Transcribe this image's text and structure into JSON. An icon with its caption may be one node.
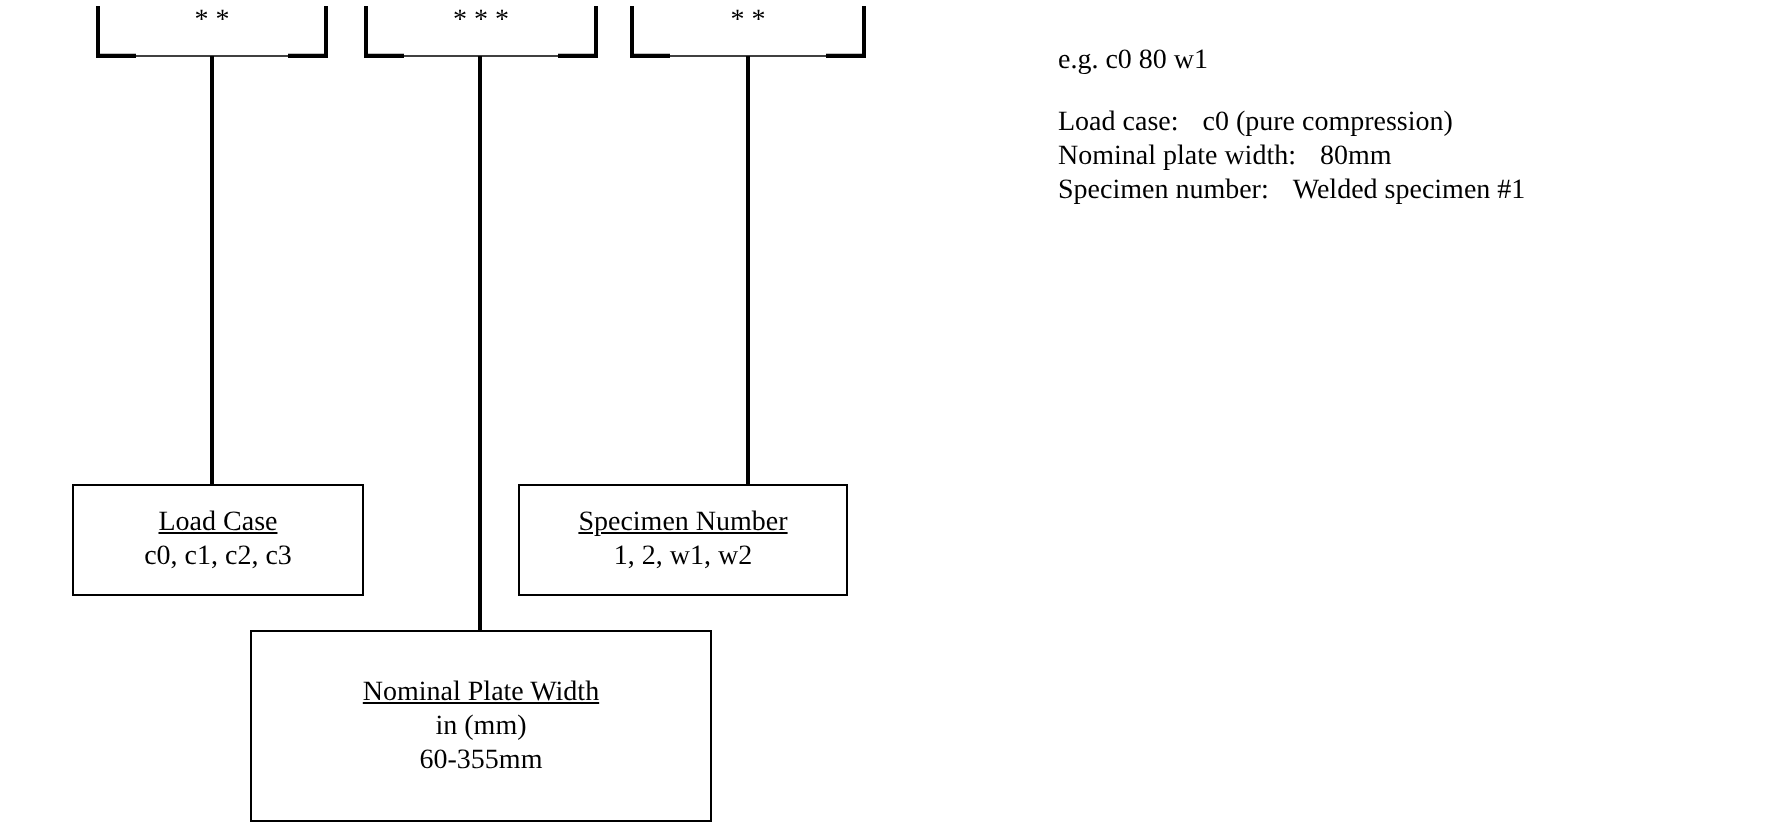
{
  "diagram": {
    "nodes": [
      {
        "text": [
          "* *"
        ]
      },
      {
        "text": [
          "* * *"
        ]
      },
      {
        "text": [
          "* *"
        ]
      },
      {
        "text": [
          "Load Case",
          "c0, c1, c2, c3"
        ]
      },
      {
        "text": [
          "Specimen Number",
          "1, 2, w1, w2"
        ]
      },
      {
        "text": [
          "Nominal Plate Width",
          "in (mm)",
          "60-355mm"
        ]
      }
    ],
    "edges": [
      {
        "from": 0,
        "to": 3,
        "arrow": "none"
      },
      {
        "from": 1,
        "to": 5,
        "arrow": "none"
      },
      {
        "from": 2,
        "to": 4,
        "arrow": "none"
      }
    ],
    "labels": [
      "e.g. c0 80 w1",
      "Load case:",
      "c0 (pure compression)",
      "Nominal plate width:",
      "80mm",
      "Specimen number:",
      "Welded specimen #1"
    ]
  }
}
